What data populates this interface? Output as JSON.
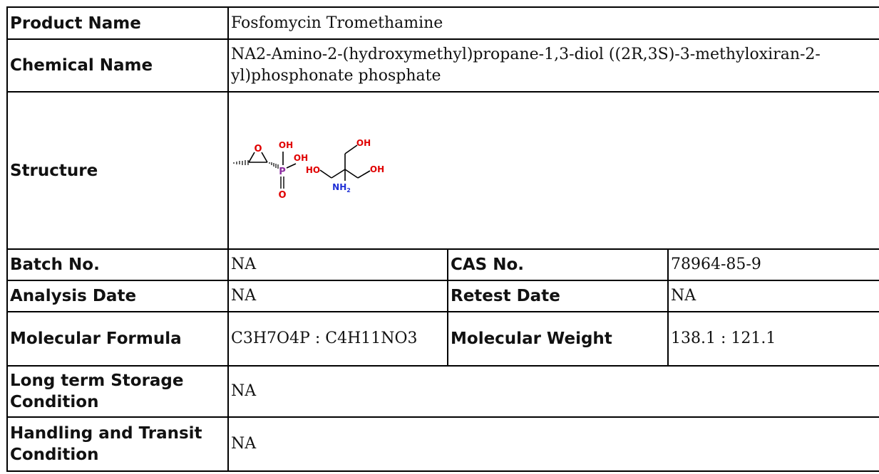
{
  "rows": {
    "product_name": {
      "label": "Product Name",
      "value": "Fosfomycin Tromethamine"
    },
    "chemical_name": {
      "label": "Chemical Name",
      "value": "NA2-Amino-2-(hydroxymethyl)propane-1,3-diol ((2R,3S)-3-methyloxiran-2-yl)phosphonate phosphate"
    },
    "structure": {
      "label": "Structure",
      "atoms": {
        "o_epoxide": "O",
        "oh_top": "OH",
        "oh_right": "OH",
        "p": "P",
        "o_bottom": "O",
        "ho_left": "HO",
        "oh_upper": "OH",
        "oh_side": "OH",
        "nh": "NH",
        "nh_sub": "2"
      },
      "colors": {
        "oxygen": "#e00000",
        "phosphorus": "#8b2ca0",
        "nitrogen": "#1f2fd6",
        "bond": "#000000"
      }
    },
    "batch": {
      "label": "Batch No.",
      "value": "NA",
      "label2": "CAS No.",
      "value2": "78964-85-9"
    },
    "analysis": {
      "label": "Analysis Date",
      "value": "NA",
      "label2": "Retest Date",
      "value2": "NA"
    },
    "molecular": {
      "label": "Molecular Formula",
      "value": "C3H7O4P : C4H11NO3",
      "label2": "Molecular Weight",
      "value2": "138.1 : 121.1"
    },
    "storage": {
      "label": "Long term Storage Condition",
      "value": "NA"
    },
    "handling": {
      "label": "Handling and Transit Condition",
      "value": "NA"
    }
  }
}
